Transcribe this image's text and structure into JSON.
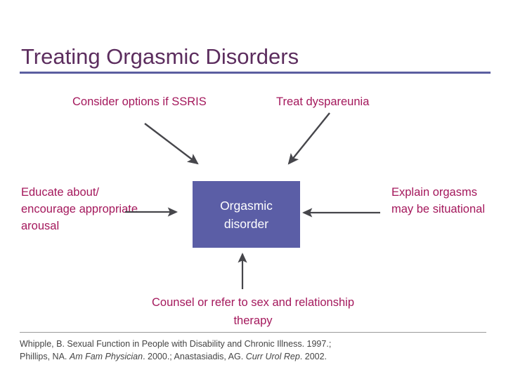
{
  "slide": {
    "title": "Treating Orgasmic Disorders",
    "colors": {
      "title": "#5c2d5e",
      "title_rule": "#5b5ea0",
      "callout_text": "#a4185c",
      "center_box_fill": "#5b5ea6",
      "center_box_text": "#ffffff",
      "arrow": "#46464b",
      "footnote_text": "#444444",
      "footnote_rule": "#9a9a9a",
      "background": "#ffffff"
    }
  },
  "diagram": {
    "center_node": {
      "line1": "Orgasmic",
      "line2": "disorder"
    },
    "callouts": {
      "top_left": "Consider options if SSRIS",
      "top_right": "Treat dyspareunia",
      "left": "Educate about/ encourage appropriate arousal",
      "right": "Explain orgasms may be situational",
      "bottom": "Counsel or refer to sex and relationship therapy"
    },
    "arrows": [
      {
        "name": "arrow-ssris-to-center",
        "direction": "down-right"
      },
      {
        "name": "arrow-dyspareunia-to-center",
        "direction": "down-left"
      },
      {
        "name": "arrow-educate-to-center",
        "direction": "right"
      },
      {
        "name": "arrow-explain-to-center",
        "direction": "left"
      },
      {
        "name": "arrow-counsel-to-center",
        "direction": "up"
      }
    ]
  },
  "footnote": {
    "line1_part1": "Whipple, B. Sexual Function in People with Disability and Chronic Illness. 1997.;",
    "line2_part1": "Phillips, NA. ",
    "line2_italic1": "Am Fam Physician",
    "line2_part2": ". 2000.; Anastasiadis, AG. ",
    "line2_italic2": "Curr Urol Rep",
    "line2_part3": ". 2002."
  }
}
